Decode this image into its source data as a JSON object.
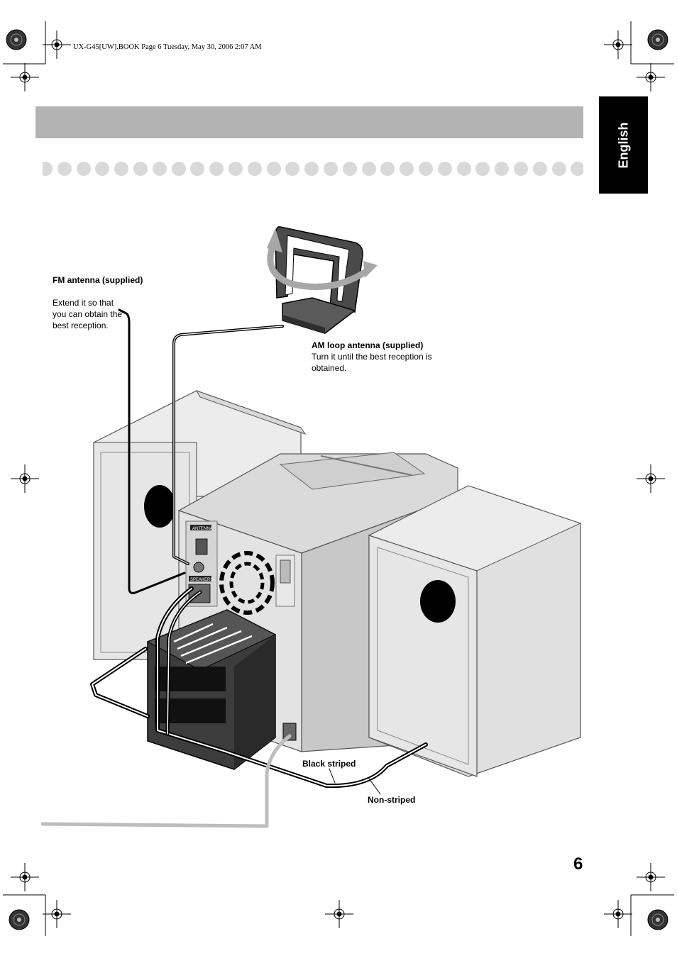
{
  "print_header": "UX-G45[UW].BOOK  Page 6  Tuesday, May 30, 2006  2:07 AM",
  "language_tab": "English",
  "page_number": "6",
  "labels": {
    "fm_antenna_title": "FM antenna (supplied)",
    "fm_antenna_desc": [
      "Extend it so that",
      "you can obtain the",
      "best reception."
    ],
    "am_antenna_title": "AM loop antenna (supplied)",
    "am_antenna_desc": [
      "Turn it until the best reception is",
      "obtained."
    ],
    "black_striped": "Black striped",
    "non_striped": "Non-striped"
  },
  "panel_labels": {
    "antenna": "ANTENNA",
    "speakers": "SPEAKERS"
  },
  "colors": {
    "title_band": "#b3b3b3",
    "dots": "#d9d9d9",
    "speaker_face": "#e6e6e6",
    "unit_back": "#e3e3e3",
    "subwoofer": "#3c3c3c",
    "arrow": "#a7a7a7"
  },
  "icons": [
    "registration-mark-icon",
    "color-target-icon",
    "rotation-arrow-icon"
  ]
}
